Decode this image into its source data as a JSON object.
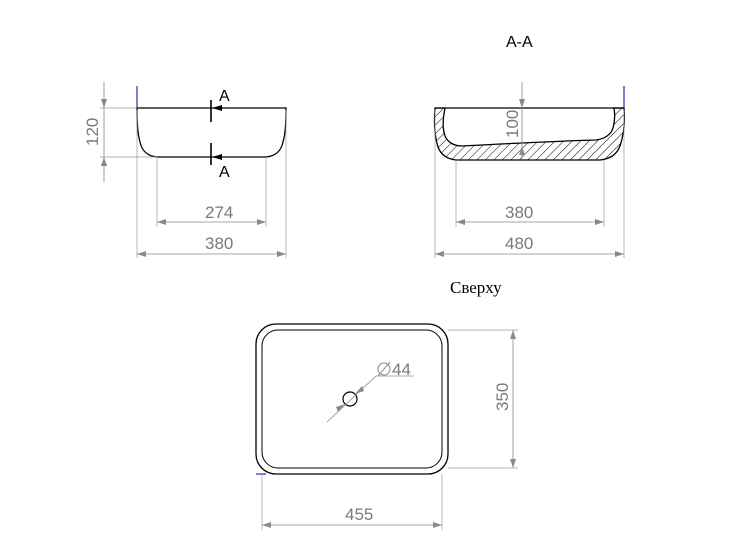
{
  "titles": {
    "section": "A-A",
    "top_view": "Сверху"
  },
  "section_marks": {
    "upper": "A",
    "lower": "A"
  },
  "dimensions": {
    "front_height": "120",
    "front_inner_width": "274",
    "front_outer_width": "380",
    "section_depth": "100",
    "section_inner_width": "380",
    "section_outer_width": "480",
    "top_drain_diameter": "44",
    "top_depth": "350",
    "top_width": "455"
  },
  "colors": {
    "outline": "#000000",
    "dimension": "#7a7a7a",
    "edge_marker": "#1a1aa0"
  },
  "icons": {
    "diameter_symbol": "diameter-icon"
  }
}
